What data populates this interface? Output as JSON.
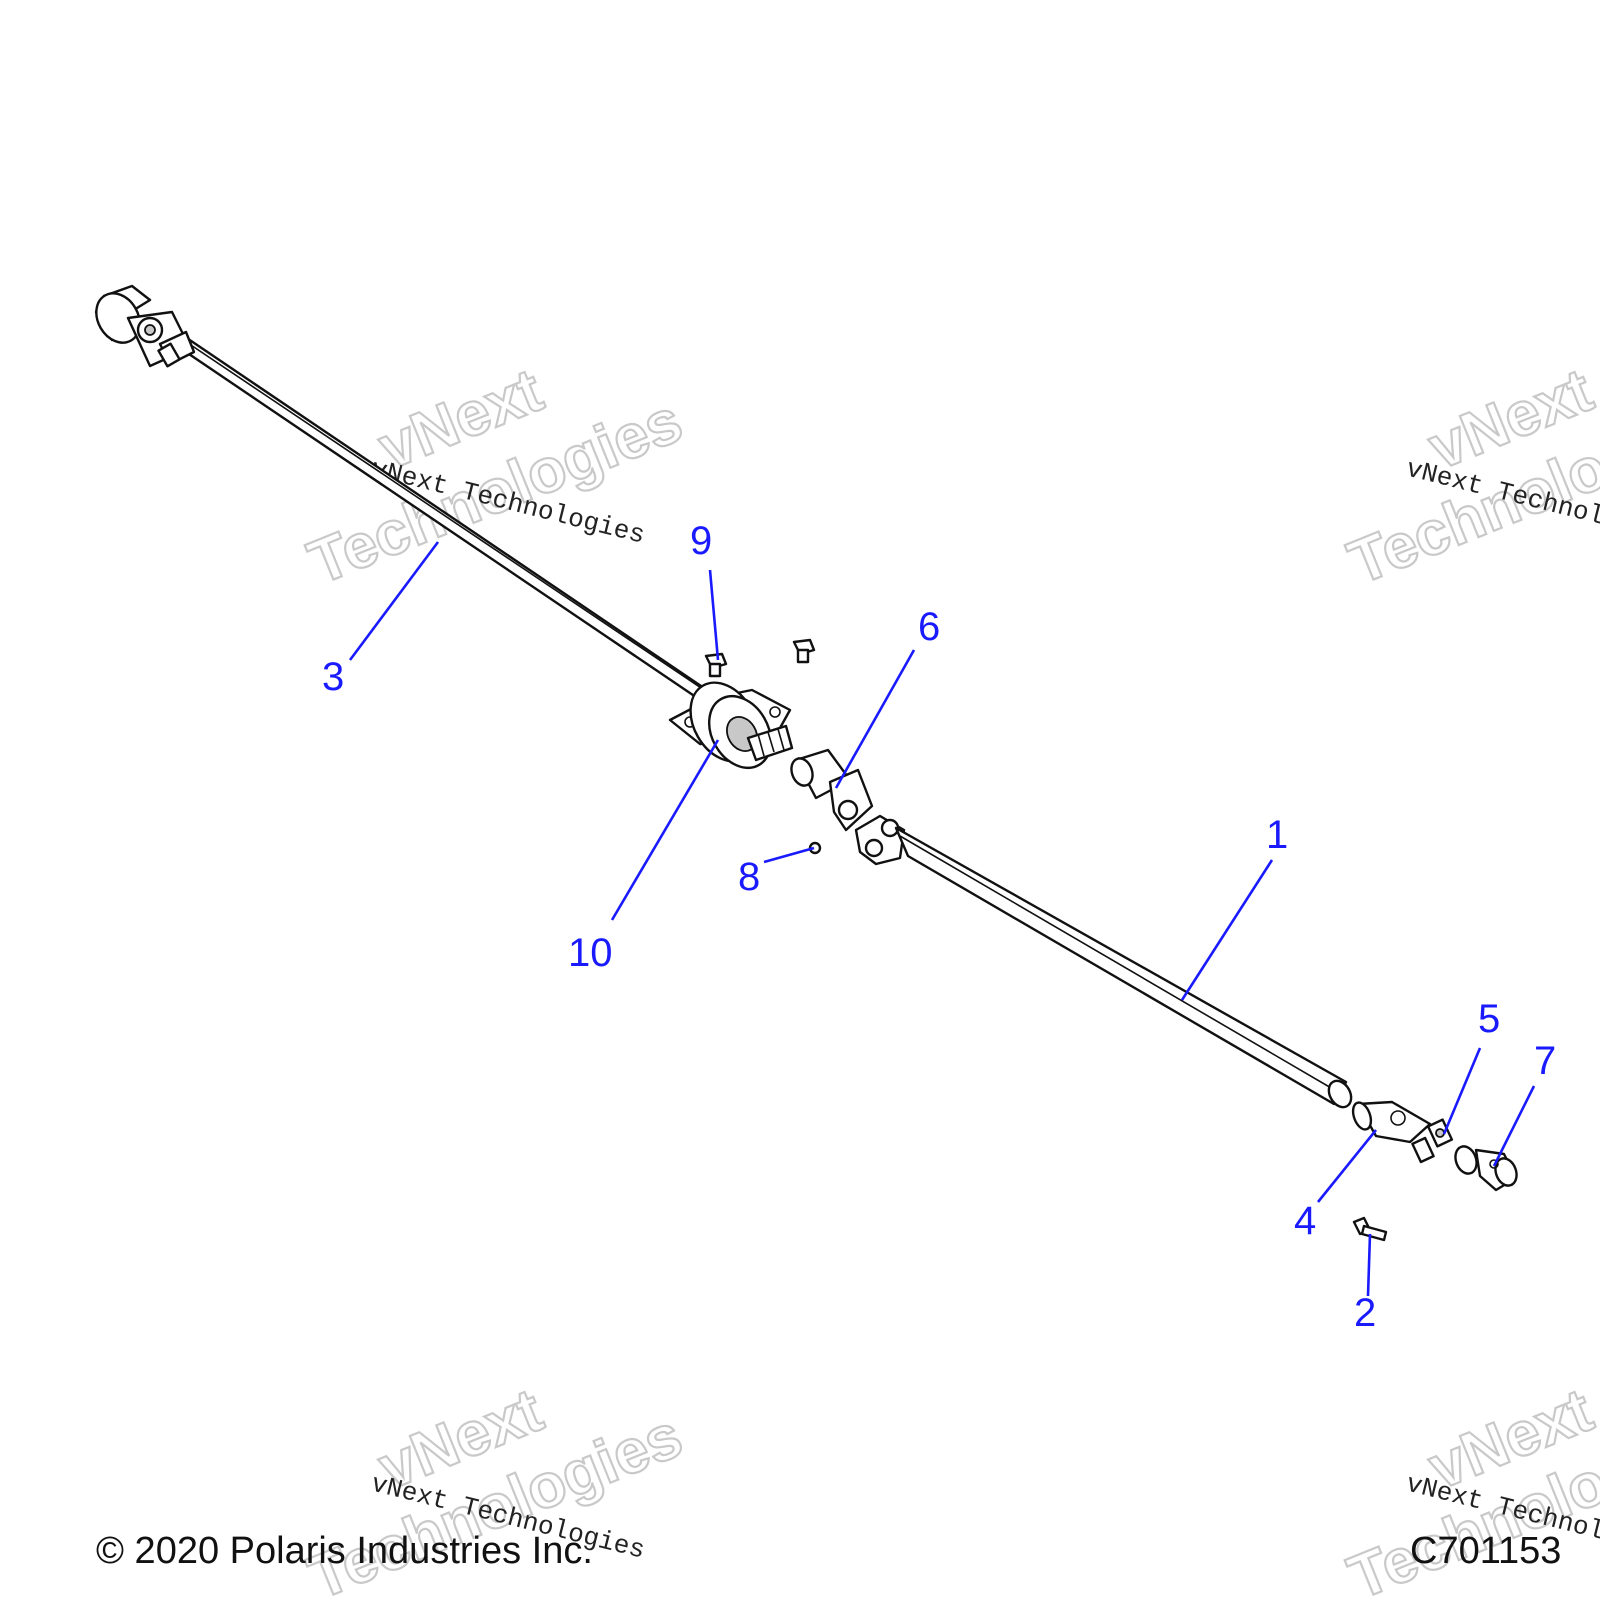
{
  "callouts": [
    {
      "label": "1"
    },
    {
      "label": "2"
    },
    {
      "label": "3"
    },
    {
      "label": "4"
    },
    {
      "label": "5"
    },
    {
      "label": "6"
    },
    {
      "label": "7"
    },
    {
      "label": "8"
    },
    {
      "label": "9"
    },
    {
      "label": "10"
    }
  ],
  "watermark": {
    "line_top": "vNext",
    "line_bottom": "Technologies",
    "line_small": "vNext Technologies"
  },
  "footer": {
    "copyright": "© 2020 Polaris Industries Inc.",
    "figure_code": "C701153"
  },
  "colors": {
    "callout": "#1a1aff",
    "line_art": "#111111"
  }
}
